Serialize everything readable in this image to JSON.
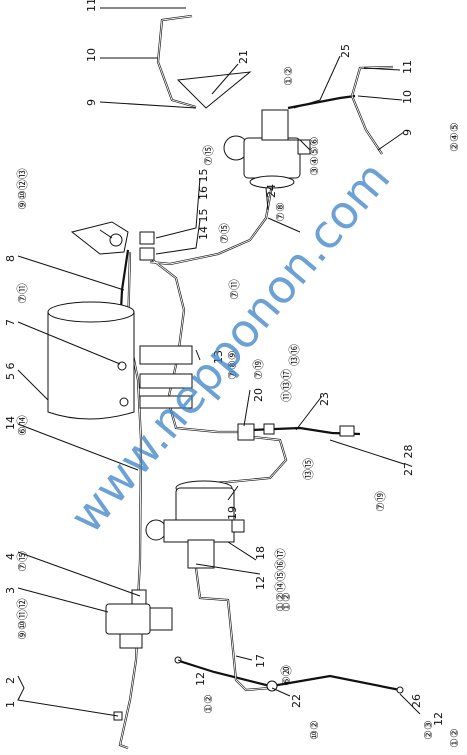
{
  "diagram": {
    "watermark": "www.nepponon.com",
    "callouts": [
      {
        "id": "c11a",
        "text": "11"
      },
      {
        "id": "c10a",
        "text": "10"
      },
      {
        "id": "c9a",
        "text": "9"
      },
      {
        "id": "c21",
        "text": "21"
      },
      {
        "id": "c25",
        "text": "25"
      },
      {
        "id": "c11b",
        "text": "11"
      },
      {
        "id": "c10b",
        "text": "10"
      },
      {
        "id": "c9b",
        "text": "9"
      },
      {
        "id": "c1615",
        "text": "16 15"
      },
      {
        "id": "c1415",
        "text": "14 15"
      },
      {
        "id": "c24",
        "text": "24"
      },
      {
        "id": "c8",
        "text": "8"
      },
      {
        "id": "c7",
        "text": "7"
      },
      {
        "id": "c56",
        "text": "5 6"
      },
      {
        "id": "c13",
        "text": "13"
      },
      {
        "id": "c20",
        "text": "20"
      },
      {
        "id": "c23",
        "text": "23"
      },
      {
        "id": "c14",
        "text": "14"
      },
      {
        "id": "c19",
        "text": "19"
      },
      {
        "id": "c2728",
        "text": "27 28"
      },
      {
        "id": "c18",
        "text": "18"
      },
      {
        "id": "c4",
        "text": "4"
      },
      {
        "id": "c3",
        "text": "3"
      },
      {
        "id": "c12a",
        "text": "12"
      },
      {
        "id": "c17",
        "text": "17"
      },
      {
        "id": "c2",
        "text": "2"
      },
      {
        "id": "c1",
        "text": "1"
      },
      {
        "id": "c12b",
        "text": "12"
      },
      {
        "id": "c22",
        "text": "22"
      },
      {
        "id": "c26",
        "text": "26"
      },
      {
        "id": "c12c",
        "text": "12"
      }
    ],
    "note_groups": [
      {
        "id": "n1",
        "text": "①②"
      },
      {
        "id": "n2",
        "text": "②④⑤"
      },
      {
        "id": "n3",
        "text": "③④⑤⑥"
      },
      {
        "id": "n4",
        "text": "⑦⑮"
      },
      {
        "id": "n5",
        "text": "⑦⑧"
      },
      {
        "id": "n6",
        "text": "⑨⑩⑫⑬"
      },
      {
        "id": "n7",
        "text": "⑦⑮"
      },
      {
        "id": "n8",
        "text": "⑦⑪"
      },
      {
        "id": "n9",
        "text": "⑦⑪"
      },
      {
        "id": "n10",
        "text": "⑦⑧⑨"
      },
      {
        "id": "n11",
        "text": "⑦⑲"
      },
      {
        "id": "n12",
        "text": "⑪⑬⑰"
      },
      {
        "id": "n13",
        "text": "⑥⑭"
      },
      {
        "id": "n14",
        "text": "⑬⑯"
      },
      {
        "id": "n15",
        "text": "⑬⑮"
      },
      {
        "id": "n16",
        "text": "⑦⑲"
      },
      {
        "id": "n17",
        "text": "⑦⑮"
      },
      {
        "id": "n18",
        "text": "⑨⑩⑪⑫"
      },
      {
        "id": "n19",
        "text": "①②"
      },
      {
        "id": "n20",
        "text": "①②⑭⑮⑯⑰"
      },
      {
        "id": "n21",
        "text": "⑥⑳"
      },
      {
        "id": "n22",
        "text": "①②"
      },
      {
        "id": "n23",
        "text": "⑩②"
      },
      {
        "id": "n24",
        "text": "②③"
      },
      {
        "id": "n25",
        "text": "①②"
      }
    ]
  }
}
